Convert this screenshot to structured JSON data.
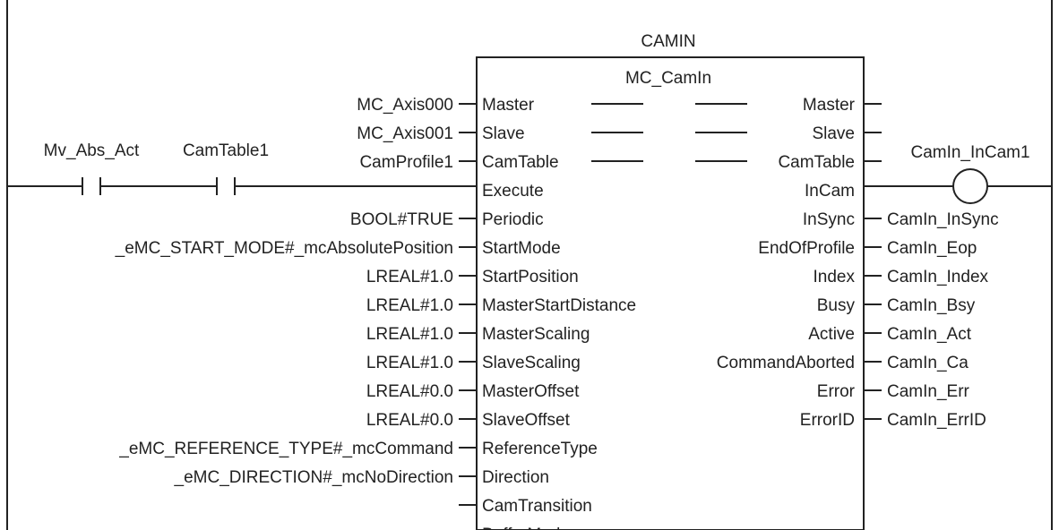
{
  "instance_name": "CAMIN",
  "function_block": "MC_CamIn",
  "input_pins": [
    {
      "name": "Master",
      "param": "MC_Axis000",
      "through": true
    },
    {
      "name": "Slave",
      "param": "MC_Axis001",
      "through": true
    },
    {
      "name": "CamTable",
      "param": "CamProfile1",
      "through": true
    },
    {
      "name": "Execute",
      "param": "",
      "through": false
    },
    {
      "name": "Periodic",
      "param": "BOOL#TRUE",
      "through": false
    },
    {
      "name": "StartMode",
      "param": "_eMC_START_MODE#_mcAbsolutePosition",
      "through": false
    },
    {
      "name": "StartPosition",
      "param": "LREAL#1.0",
      "through": false
    },
    {
      "name": "MasterStartDistance",
      "param": "LREAL#1.0",
      "through": false
    },
    {
      "name": "MasterScaling",
      "param": "LREAL#1.0",
      "through": false
    },
    {
      "name": "SlaveScaling",
      "param": "LREAL#1.0",
      "through": false
    },
    {
      "name": "MasterOffset",
      "param": "LREAL#0.0",
      "through": false
    },
    {
      "name": "SlaveOffset",
      "param": "LREAL#0.0",
      "through": false
    },
    {
      "name": "ReferenceType",
      "param": "_eMC_REFERENCE_TYPE#_mcCommand",
      "through": false
    },
    {
      "name": "Direction",
      "param": "_eMC_DIRECTION#_mcNoDirection",
      "through": false
    },
    {
      "name": "CamTransition",
      "param": "",
      "through": false
    },
    {
      "name": "BufferMode",
      "param": "",
      "through": false
    }
  ],
  "output_pins": [
    {
      "name": "Master",
      "target": ""
    },
    {
      "name": "Slave",
      "target": ""
    },
    {
      "name": "CamTable",
      "target": ""
    },
    {
      "name": "InCam",
      "target": ""
    },
    {
      "name": "InSync",
      "target": "CamIn_InSync"
    },
    {
      "name": "EndOfProfile",
      "target": "CamIn_Eop"
    },
    {
      "name": "Index",
      "target": "CamIn_Index"
    },
    {
      "name": "Busy",
      "target": "CamIn_Bsy"
    },
    {
      "name": "Active",
      "target": "CamIn_Act"
    },
    {
      "name": "CommandAborted",
      "target": "CamIn_Ca"
    },
    {
      "name": "Error",
      "target": "CamIn_Err"
    },
    {
      "name": "ErrorID",
      "target": "CamIn_ErrID"
    }
  ],
  "contacts": [
    {
      "label": "Mv_Abs_Act",
      "type": "no-contact"
    },
    {
      "label": "CamTable1",
      "type": "no-contact"
    }
  ],
  "coil": {
    "label": "CamIn_InCam1",
    "type": "coil"
  }
}
